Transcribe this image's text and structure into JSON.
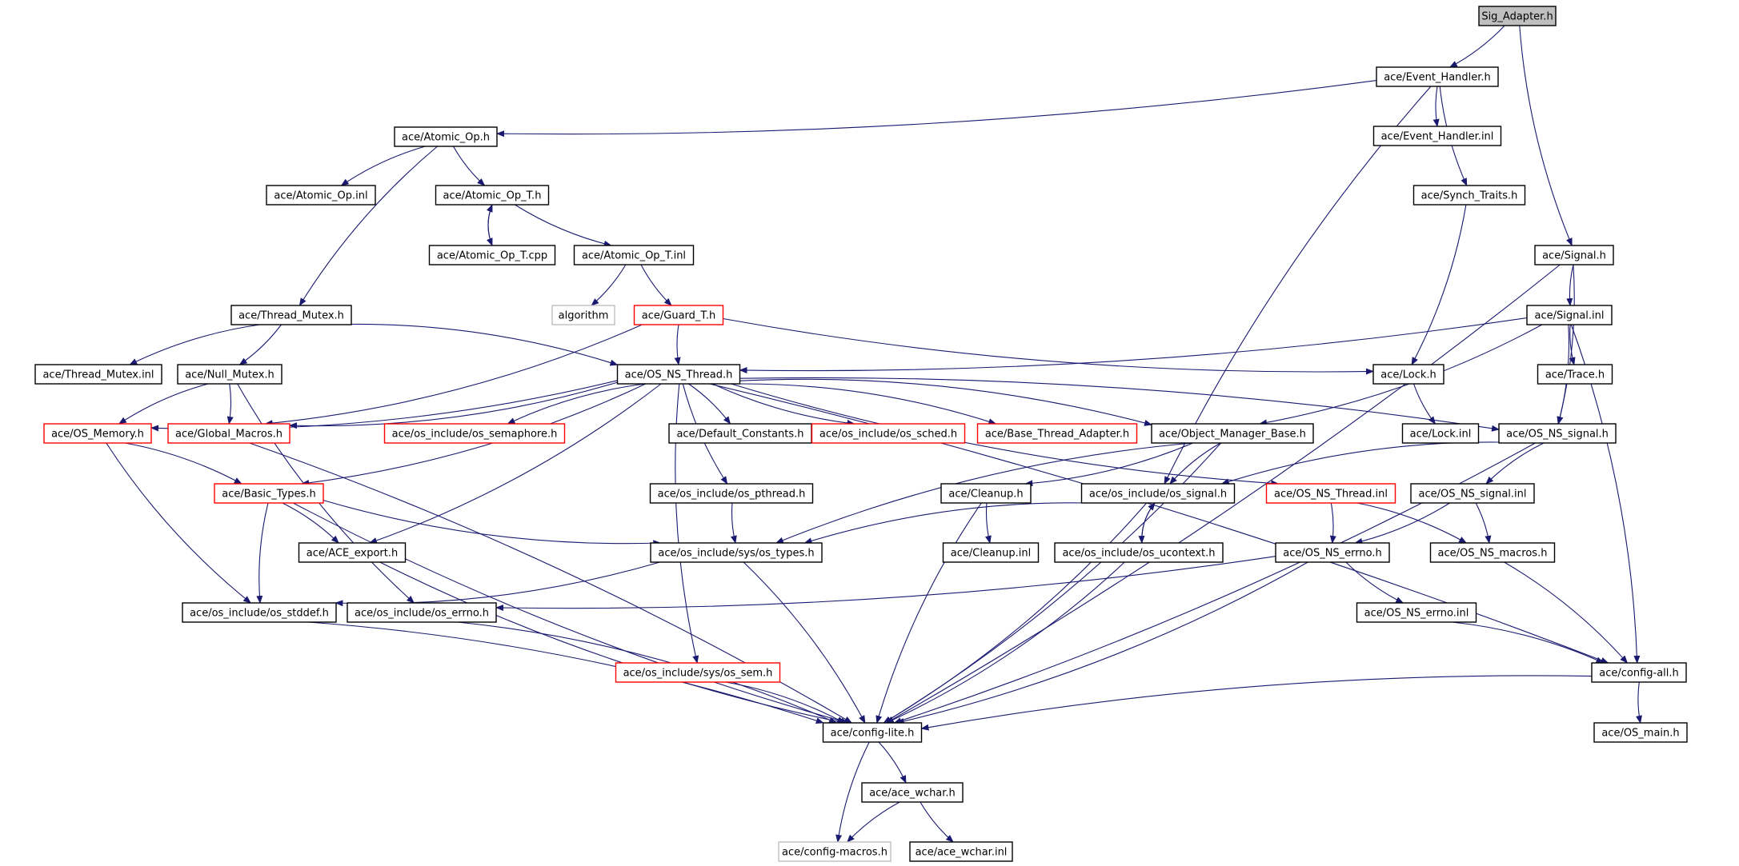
{
  "graph": {
    "colors": {
      "edge": "#191970",
      "file_border": "#000000",
      "truncated_border": "#ff0000",
      "external_border": "#bfbfbf",
      "root_fill": "#bfbfbf",
      "node_fill": "#ffffff"
    },
    "nodes": {
      "sig_adapter": {
        "label": "Sig_Adapter.h",
        "kind": "root"
      },
      "event_handler": {
        "label": "ace/Event_Handler.h",
        "kind": "file"
      },
      "atomic_op": {
        "label": "ace/Atomic_Op.h",
        "kind": "file"
      },
      "event_handler_inl": {
        "label": "ace/Event_Handler.inl",
        "kind": "file"
      },
      "atomic_op_inl": {
        "label": "ace/Atomic_Op.inl",
        "kind": "file"
      },
      "atomic_op_t": {
        "label": "ace/Atomic_Op_T.h",
        "kind": "file"
      },
      "synch_traits": {
        "label": "ace/Synch_Traits.h",
        "kind": "file"
      },
      "atomic_op_t_cpp": {
        "label": "ace/Atomic_Op_T.cpp",
        "kind": "file"
      },
      "atomic_op_t_inl": {
        "label": "ace/Atomic_Op_T.inl",
        "kind": "file"
      },
      "signal": {
        "label": "ace/Signal.h",
        "kind": "file"
      },
      "thread_mutex": {
        "label": "ace/Thread_Mutex.h",
        "kind": "file"
      },
      "algorithm": {
        "label": "algorithm",
        "kind": "external"
      },
      "guard_t": {
        "label": "ace/Guard_T.h",
        "kind": "truncated"
      },
      "signal_inl": {
        "label": "ace/Signal.inl",
        "kind": "file"
      },
      "thread_mutex_inl": {
        "label": "ace/Thread_Mutex.inl",
        "kind": "file"
      },
      "null_mutex": {
        "label": "ace/Null_Mutex.h",
        "kind": "file"
      },
      "os_ns_thread": {
        "label": "ace/OS_NS_Thread.h",
        "kind": "file"
      },
      "lock": {
        "label": "ace/Lock.h",
        "kind": "file"
      },
      "trace": {
        "label": "ace/Trace.h",
        "kind": "file"
      },
      "os_memory": {
        "label": "ace/OS_Memory.h",
        "kind": "truncated"
      },
      "global_macros": {
        "label": "ace/Global_Macros.h",
        "kind": "truncated"
      },
      "os_semaphore": {
        "label": "ace/os_include/os_semaphore.h",
        "kind": "truncated"
      },
      "default_constants": {
        "label": "ace/Default_Constants.h",
        "kind": "file"
      },
      "os_sched": {
        "label": "ace/os_include/os_sched.h",
        "kind": "truncated"
      },
      "base_thread_adapter": {
        "label": "ace/Base_Thread_Adapter.h",
        "kind": "truncated"
      },
      "object_manager_base": {
        "label": "ace/Object_Manager_Base.h",
        "kind": "file"
      },
      "lock_inl": {
        "label": "ace/Lock.inl",
        "kind": "file"
      },
      "os_ns_signal": {
        "label": "ace/OS_NS_signal.h",
        "kind": "file"
      },
      "basic_types": {
        "label": "ace/Basic_Types.h",
        "kind": "truncated"
      },
      "os_pthread": {
        "label": "ace/os_include/os_pthread.h",
        "kind": "file"
      },
      "cleanup": {
        "label": "ace/Cleanup.h",
        "kind": "file"
      },
      "os_signal": {
        "label": "ace/os_include/os_signal.h",
        "kind": "file"
      },
      "os_ns_thread_inl": {
        "label": "ace/OS_NS_Thread.inl",
        "kind": "truncated"
      },
      "os_ns_signal_inl": {
        "label": "ace/OS_NS_signal.inl",
        "kind": "file"
      },
      "ace_export": {
        "label": "ace/ACE_export.h",
        "kind": "file"
      },
      "os_types": {
        "label": "ace/os_include/sys/os_types.h",
        "kind": "file"
      },
      "cleanup_inl": {
        "label": "ace/Cleanup.inl",
        "kind": "file"
      },
      "os_ucontext": {
        "label": "ace/os_include/os_ucontext.h",
        "kind": "file"
      },
      "os_ns_errno": {
        "label": "ace/OS_NS_errno.h",
        "kind": "file"
      },
      "os_ns_macros": {
        "label": "ace/OS_NS_macros.h",
        "kind": "file"
      },
      "os_stddef": {
        "label": "ace/os_include/os_stddef.h",
        "kind": "file"
      },
      "os_errno": {
        "label": "ace/os_include/os_errno.h",
        "kind": "file"
      },
      "os_ns_errno_inl": {
        "label": "ace/OS_NS_errno.inl",
        "kind": "file"
      },
      "os_sem": {
        "label": "ace/os_include/sys/os_sem.h",
        "kind": "truncated"
      },
      "config_all": {
        "label": "ace/config-all.h",
        "kind": "file"
      },
      "config_lite": {
        "label": "ace/config-lite.h",
        "kind": "file"
      },
      "os_main": {
        "label": "ace/OS_main.h",
        "kind": "file"
      },
      "ace_wchar": {
        "label": "ace/ace_wchar.h",
        "kind": "file"
      },
      "config_macros": {
        "label": "ace/config-macros.h",
        "kind": "external"
      },
      "ace_wchar_inl": {
        "label": "ace/ace_wchar.inl",
        "kind": "file"
      }
    },
    "edges": [
      [
        "sig_adapter",
        "event_handler"
      ],
      [
        "sig_adapter",
        "signal"
      ],
      [
        "event_handler",
        "atomic_op"
      ],
      [
        "event_handler",
        "event_handler_inl"
      ],
      [
        "event_handler",
        "synch_traits"
      ],
      [
        "event_handler",
        "os_signal"
      ],
      [
        "atomic_op",
        "atomic_op_inl"
      ],
      [
        "atomic_op",
        "atomic_op_t"
      ],
      [
        "atomic_op",
        "thread_mutex"
      ],
      [
        "atomic_op_t",
        "atomic_op_t_cpp"
      ],
      [
        "atomic_op_t_cpp",
        "atomic_op_t"
      ],
      [
        "atomic_op_t",
        "atomic_op_t_inl"
      ],
      [
        "atomic_op_t_inl",
        "algorithm"
      ],
      [
        "atomic_op_t_inl",
        "guard_t"
      ],
      [
        "guard_t",
        "os_ns_thread"
      ],
      [
        "guard_t",
        "lock"
      ],
      [
        "guard_t",
        "global_macros"
      ],
      [
        "synch_traits",
        "lock"
      ],
      [
        "signal",
        "signal_inl"
      ],
      [
        "signal",
        "os_ns_signal"
      ],
      [
        "signal",
        "config_lite"
      ],
      [
        "signal_inl",
        "os_ns_thread"
      ],
      [
        "signal_inl",
        "trace"
      ],
      [
        "signal_inl",
        "os_ns_signal"
      ],
      [
        "signal_inl",
        "object_manager_base"
      ],
      [
        "signal_inl",
        "config_all"
      ],
      [
        "thread_mutex",
        "thread_mutex_inl"
      ],
      [
        "thread_mutex",
        "null_mutex"
      ],
      [
        "thread_mutex",
        "os_ns_thread"
      ],
      [
        "null_mutex",
        "os_memory"
      ],
      [
        "null_mutex",
        "global_macros"
      ],
      [
        "null_mutex",
        "os_errno"
      ],
      [
        "lock",
        "lock_inl"
      ],
      [
        "os_ns_thread",
        "os_memory"
      ],
      [
        "os_ns_thread",
        "global_macros"
      ],
      [
        "os_ns_thread",
        "os_semaphore"
      ],
      [
        "os_ns_thread",
        "default_constants"
      ],
      [
        "os_ns_thread",
        "os_sched"
      ],
      [
        "os_ns_thread",
        "base_thread_adapter"
      ],
      [
        "os_ns_thread",
        "object_manager_base"
      ],
      [
        "os_ns_thread",
        "os_ns_signal"
      ],
      [
        "os_ns_thread",
        "os_ns_thread_inl"
      ],
      [
        "os_ns_thread",
        "basic_types"
      ],
      [
        "os_ns_thread",
        "ace_export"
      ],
      [
        "os_ns_thread",
        "os_pthread"
      ],
      [
        "os_ns_thread",
        "os_sem"
      ],
      [
        "os_ns_thread",
        "config_all"
      ],
      [
        "os_memory",
        "basic_types"
      ],
      [
        "os_memory",
        "os_stddef"
      ],
      [
        "global_macros",
        "config_lite"
      ],
      [
        "object_manager_base",
        "cleanup"
      ],
      [
        "object_manager_base",
        "os_signal"
      ],
      [
        "object_manager_base",
        "os_types"
      ],
      [
        "object_manager_base",
        "config_lite"
      ],
      [
        "os_ns_signal",
        "os_signal"
      ],
      [
        "os_ns_signal",
        "os_ns_signal_inl"
      ],
      [
        "os_ns_signal",
        "config_lite"
      ],
      [
        "basic_types",
        "ace_export"
      ],
      [
        "basic_types",
        "os_types"
      ],
      [
        "basic_types",
        "os_stddef"
      ],
      [
        "basic_types",
        "config_lite"
      ],
      [
        "os_pthread",
        "os_types"
      ],
      [
        "cleanup",
        "cleanup_inl"
      ],
      [
        "cleanup",
        "config_lite"
      ],
      [
        "os_signal",
        "os_types"
      ],
      [
        "os_signal",
        "os_ucontext"
      ],
      [
        "os_ucontext",
        "os_signal"
      ],
      [
        "os_signal",
        "config_lite"
      ],
      [
        "os_ucontext",
        "config_lite"
      ],
      [
        "os_ns_thread_inl",
        "os_ns_errno"
      ],
      [
        "os_ns_thread_inl",
        "os_ns_macros"
      ],
      [
        "os_ns_signal_inl",
        "os_ns_errno"
      ],
      [
        "os_ns_signal_inl",
        "os_ns_macros"
      ],
      [
        "ace_export",
        "config_lite"
      ],
      [
        "os_types",
        "os_stddef"
      ],
      [
        "os_types",
        "config_lite"
      ],
      [
        "os_ns_errno",
        "os_errno"
      ],
      [
        "os_ns_errno",
        "os_ns_errno_inl"
      ],
      [
        "os_ns_errno",
        "config_lite"
      ],
      [
        "os_ns_macros",
        "config_all"
      ],
      [
        "os_ns_errno_inl",
        "config_all"
      ],
      [
        "os_stddef",
        "config_lite"
      ],
      [
        "os_errno",
        "config_lite"
      ],
      [
        "os_sem",
        "config_lite"
      ],
      [
        "config_all",
        "config_lite"
      ],
      [
        "config_all",
        "os_main"
      ],
      [
        "config_lite",
        "ace_wchar"
      ],
      [
        "config_lite",
        "config_macros"
      ],
      [
        "ace_wchar",
        "config_macros"
      ],
      [
        "ace_wchar",
        "ace_wchar_inl"
      ]
    ]
  }
}
